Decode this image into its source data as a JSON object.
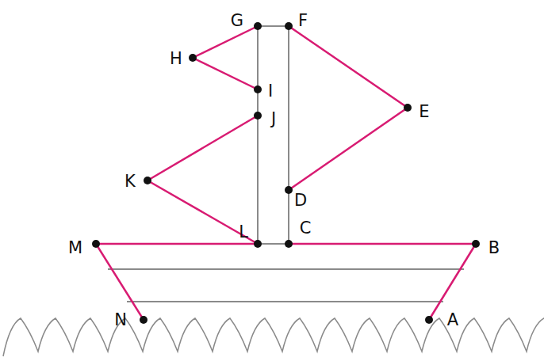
{
  "diagram": {
    "labels": [
      "G",
      "F",
      "H",
      "I",
      "J",
      "E",
      "K",
      "D",
      "M",
      "L",
      "C",
      "B",
      "N",
      "A"
    ]
  }
}
